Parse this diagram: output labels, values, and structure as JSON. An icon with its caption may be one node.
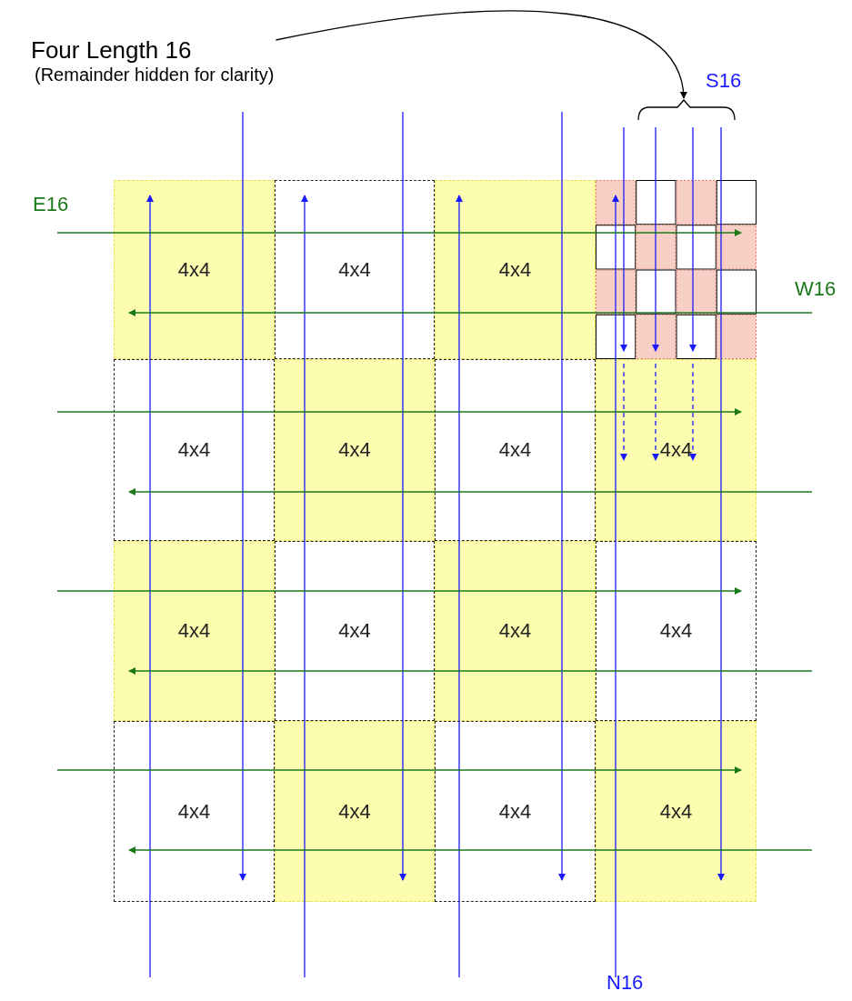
{
  "diagram": {
    "nodes": [
      {
        "text": [
          "Four Length 16",
          "(Remainder hidden for clarity)"
        ]
      },
      {
        "text": [],
        "shape": "bracket",
        "beside": [
          "S16"
        ]
      },
      {
        "text": [
          "4x4"
        ]
      },
      {
        "text": [
          "4x4"
        ]
      },
      {
        "text": [
          "4x4"
        ]
      },
      {
        "text": [],
        "shape": "box"
      },
      {
        "text": [
          "4x4"
        ]
      },
      {
        "text": [
          "4x4"
        ]
      },
      {
        "text": [
          "4x4"
        ]
      },
      {
        "text": [
          "4x4"
        ]
      },
      {
        "text": [
          "4x4"
        ]
      },
      {
        "text": [
          "4x4"
        ]
      },
      {
        "text": [
          "4x4"
        ]
      },
      {
        "text": [
          "4x4"
        ]
      },
      {
        "text": [
          "4x4"
        ]
      },
      {
        "text": [
          "4x4"
        ]
      },
      {
        "text": [
          "4x4"
        ]
      },
      {
        "text": [
          "4x4"
        ]
      }
    ],
    "edges": [
      {
        "from": 0,
        "to": 1,
        "arrow": "to"
      }
    ],
    "labels": [
      "E16",
      "W16",
      "N16"
    ]
  }
}
